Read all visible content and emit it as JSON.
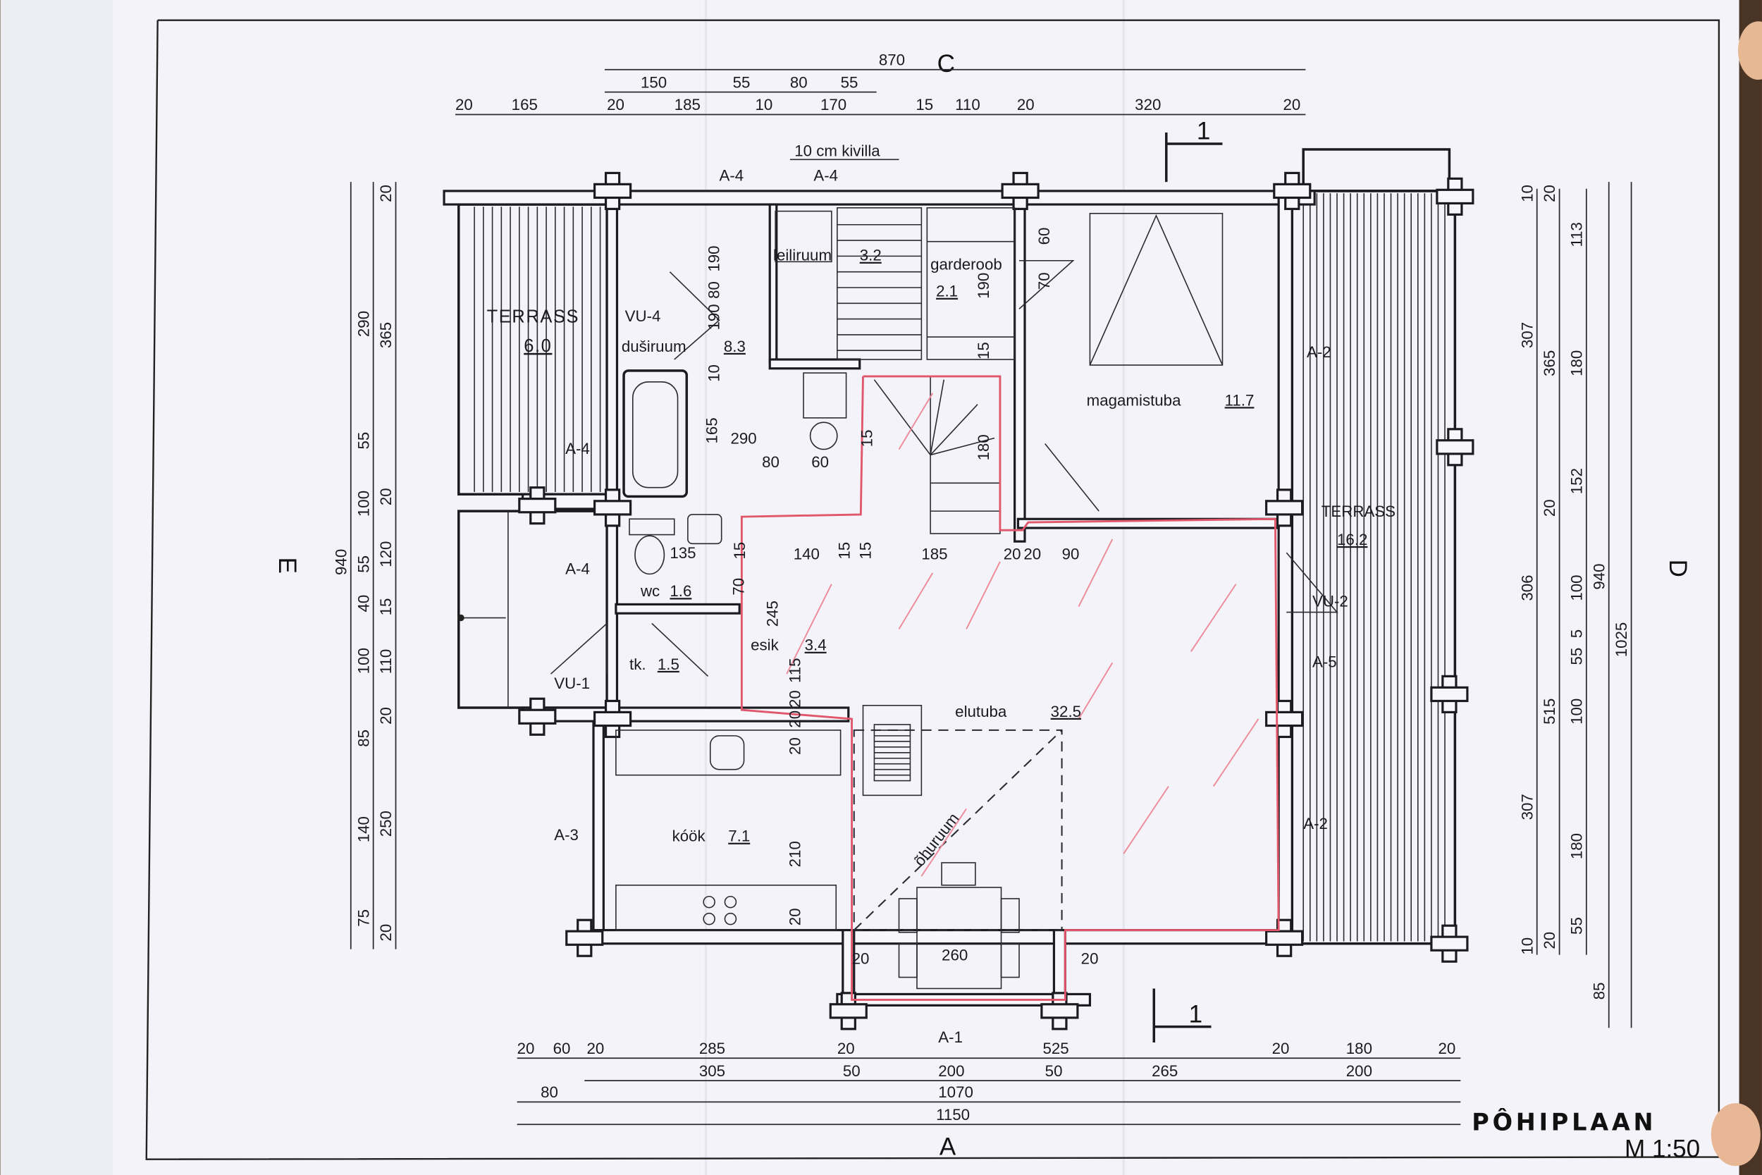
{
  "drawing": {
    "title": "PÔHIPLAAN",
    "scale": "M 1:50",
    "side_labels": {
      "top": "C",
      "bottom": "A",
      "left": "E",
      "right": "D"
    },
    "section_marker": "1",
    "insulation_note": "10 cm kivilla"
  },
  "rooms": [
    {
      "name": "TERRASS",
      "area": "6.0"
    },
    {
      "name": "duširuum",
      "area": "8.3"
    },
    {
      "name": "leiliruum",
      "area": "3.2"
    },
    {
      "name": "garderoob",
      "area": "2.1"
    },
    {
      "name": "magamistuba",
      "area": "11.7"
    },
    {
      "name": "TERRASS",
      "area": "16.2"
    },
    {
      "name": "wc",
      "area": "1.6"
    },
    {
      "name": "tk.",
      "area": "1.5"
    },
    {
      "name": "esik",
      "area": "3.4"
    },
    {
      "name": "elutuba",
      "area": "32.5"
    },
    {
      "name": "kóök",
      "area": "7.1"
    },
    {
      "name": "õhuruum",
      "area": ""
    }
  ],
  "openings": [
    "A-4",
    "A-4",
    "A-4",
    "A-4",
    "A-3",
    "A-1",
    "A-2",
    "A-5",
    "A-2",
    "VU-4",
    "VU-1",
    "VU-2"
  ],
  "dimensions": {
    "top_total": [
      "870"
    ],
    "top_row2": [
      "150",
      "55",
      "80",
      "55"
    ],
    "top_row3": [
      "20",
      "165",
      "20",
      "185",
      "10",
      "170",
      "15",
      "110",
      "20",
      "320",
      "20"
    ],
    "bottom_row1": [
      "20",
      "60",
      "20",
      "285",
      "20",
      "525",
      "20",
      "180",
      "20"
    ],
    "bottom_row2": [
      "305",
      "50",
      "200",
      "50",
      "265",
      "200"
    ],
    "bottom_row3": [
      "80",
      "1070"
    ],
    "bottom_total": [
      "1150"
    ],
    "left_outer": [
      "940"
    ],
    "left_mid": [
      "290",
      "55",
      "100",
      "55",
      "40",
      "100",
      "85",
      "140",
      "75"
    ],
    "left_inner": [
      "20",
      "365",
      "20",
      "120",
      "15",
      "110",
      "20",
      "250",
      "20"
    ],
    "right_a": [
      "10",
      "307",
      "306",
      "307",
      "10"
    ],
    "right_b": [
      "20",
      "365",
      "20",
      "515",
      "20"
    ],
    "right_c": [
      "113",
      "180",
      "152",
      "100",
      "5",
      "55",
      "100",
      "180",
      "55"
    ],
    "right_d": [
      "940",
      "85"
    ],
    "right_total": [
      "1025"
    ],
    "interior": [
      "290",
      "80",
      "60",
      "165",
      "135",
      "140",
      "185",
      "20",
      "20",
      "90",
      "15",
      "15",
      "15",
      "70",
      "245",
      "115",
      "20",
      "20",
      "20",
      "210",
      "20",
      "260",
      "20",
      "20",
      "190",
      "80",
      "190",
      "10",
      "60",
      "70",
      "190",
      "15",
      "180",
      "15"
    ]
  }
}
